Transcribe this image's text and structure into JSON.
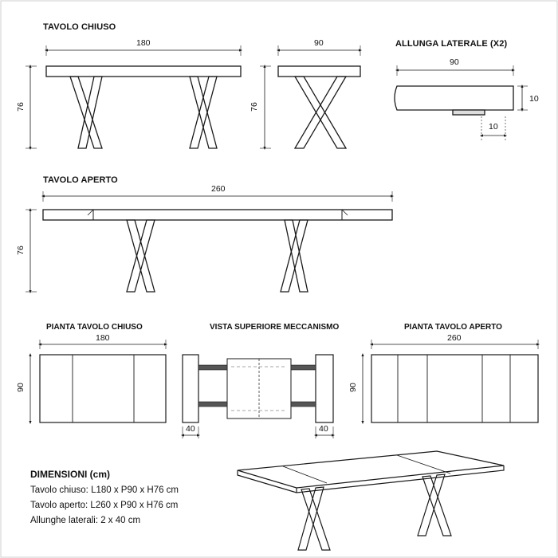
{
  "sections": {
    "closed": "TAVOLO CHIUSO",
    "extension": "ALLUNGA LATERALE (X2)",
    "open": "TAVOLO APERTO",
    "plan_closed": "PIANTA TAVOLO CHIUSO",
    "mechanism": "VISTA SUPERIORE MECCANISMO",
    "plan_open": "PIANTA TAVOLO APERTO"
  },
  "dimensions": {
    "closed_length": "180",
    "closed_depth": "90",
    "height": "76",
    "ext_length": "90",
    "ext_thickness": "10",
    "ext_offset": "10",
    "open_length": "260",
    "plan_closed_length": "180",
    "plan_depth": "90",
    "plan_open_length": "260",
    "mech_left": "40",
    "mech_right": "40"
  },
  "specs": {
    "title": "DIMENSIONI (cm)",
    "closed": "Tavolo chiuso: L180 x P90 x H76 cm",
    "open": "Tavolo aperto: L260 x P90 x H76 cm",
    "extensions": "Allunghe laterali: 2 x 40 cm"
  },
  "colors": {
    "line": "#1a1a1a",
    "mechanism_bar": "#555555",
    "hatch": "#888888"
  }
}
